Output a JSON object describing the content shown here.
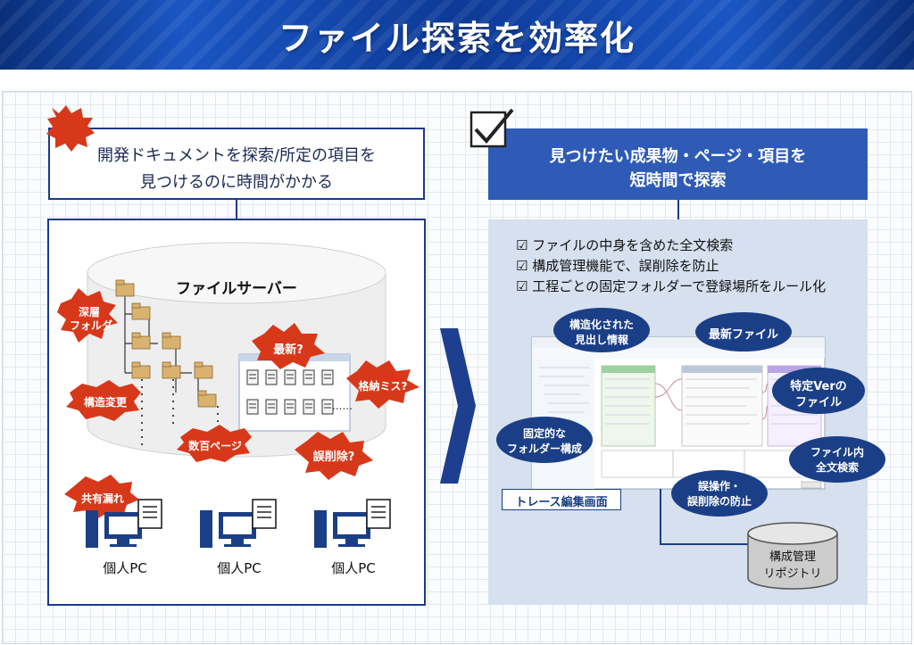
{
  "banner": {
    "title": "ファイル探索を効率化"
  },
  "left": {
    "problem_line1": "開発ドキュメントを探索/所定の項目を",
    "problem_line2": "見つけるのに時間がかかる",
    "server_label": "ファイルサーバー",
    "bursts": {
      "deep_folder_1": "深層",
      "deep_folder_2": "フォルダ",
      "structure_change": "構造変更",
      "latest": "最新?",
      "storage_mistake": "格納ミス?",
      "hundreds_pages": "数百ページ",
      "accidental_delete": "誤削除?",
      "share_leak": "共有漏れ"
    },
    "dots_label": "......",
    "pcs": [
      "個人PC",
      "個人PC",
      "個人PC"
    ]
  },
  "right": {
    "solution_line1": "見つけたい成果物・ページ・項目を",
    "solution_line2": "短時間で探索",
    "features": [
      "ファイルの中身を含めた全文検索",
      "構成管理機能で、誤削除を防止",
      "工程ごとの固定フォルダーで登録場所をルール化"
    ],
    "bubbles": {
      "structured_1": "構造化された",
      "structured_2": "見出し情報",
      "latest_file": "最新ファイル",
      "specific_ver_1": "特定Verの",
      "specific_ver_2": "ファイル",
      "fixed_folder_1": "固定的な",
      "fixed_folder_2": "フォルダー構成",
      "fulltext_1": "ファイル内",
      "fulltext_2": "全文検索",
      "misop_1": "誤操作・",
      "misop_2": "誤削除の防止"
    },
    "screen_label": "トレース編集画面",
    "repo_line1": "構成管理",
    "repo_line2": "リポジトリ"
  },
  "colors": {
    "navy": "#1a3a8c",
    "burst_red": "#d83a1a",
    "bubble_navy": "#1b3f86",
    "solution_blue": "#2f5bb7"
  }
}
